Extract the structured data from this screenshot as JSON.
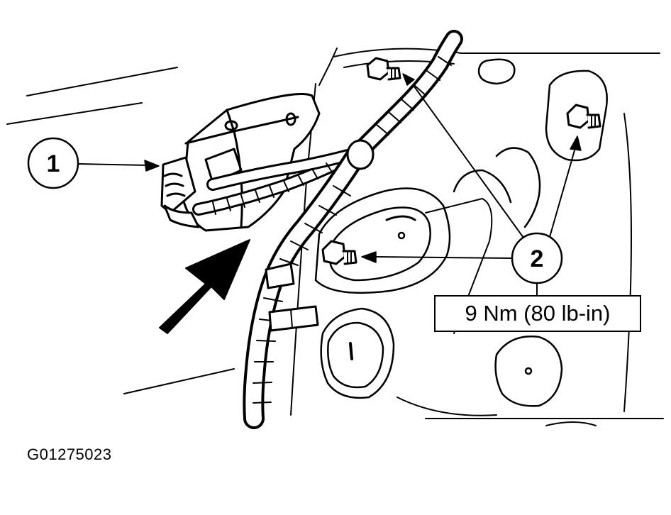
{
  "callouts": {
    "one": "1",
    "two": "2"
  },
  "torque_spec": "9 Nm (80 lb-in)",
  "figure_id": "G01275023",
  "colors": {
    "ink": "#000000",
    "paper": "#ffffff"
  }
}
